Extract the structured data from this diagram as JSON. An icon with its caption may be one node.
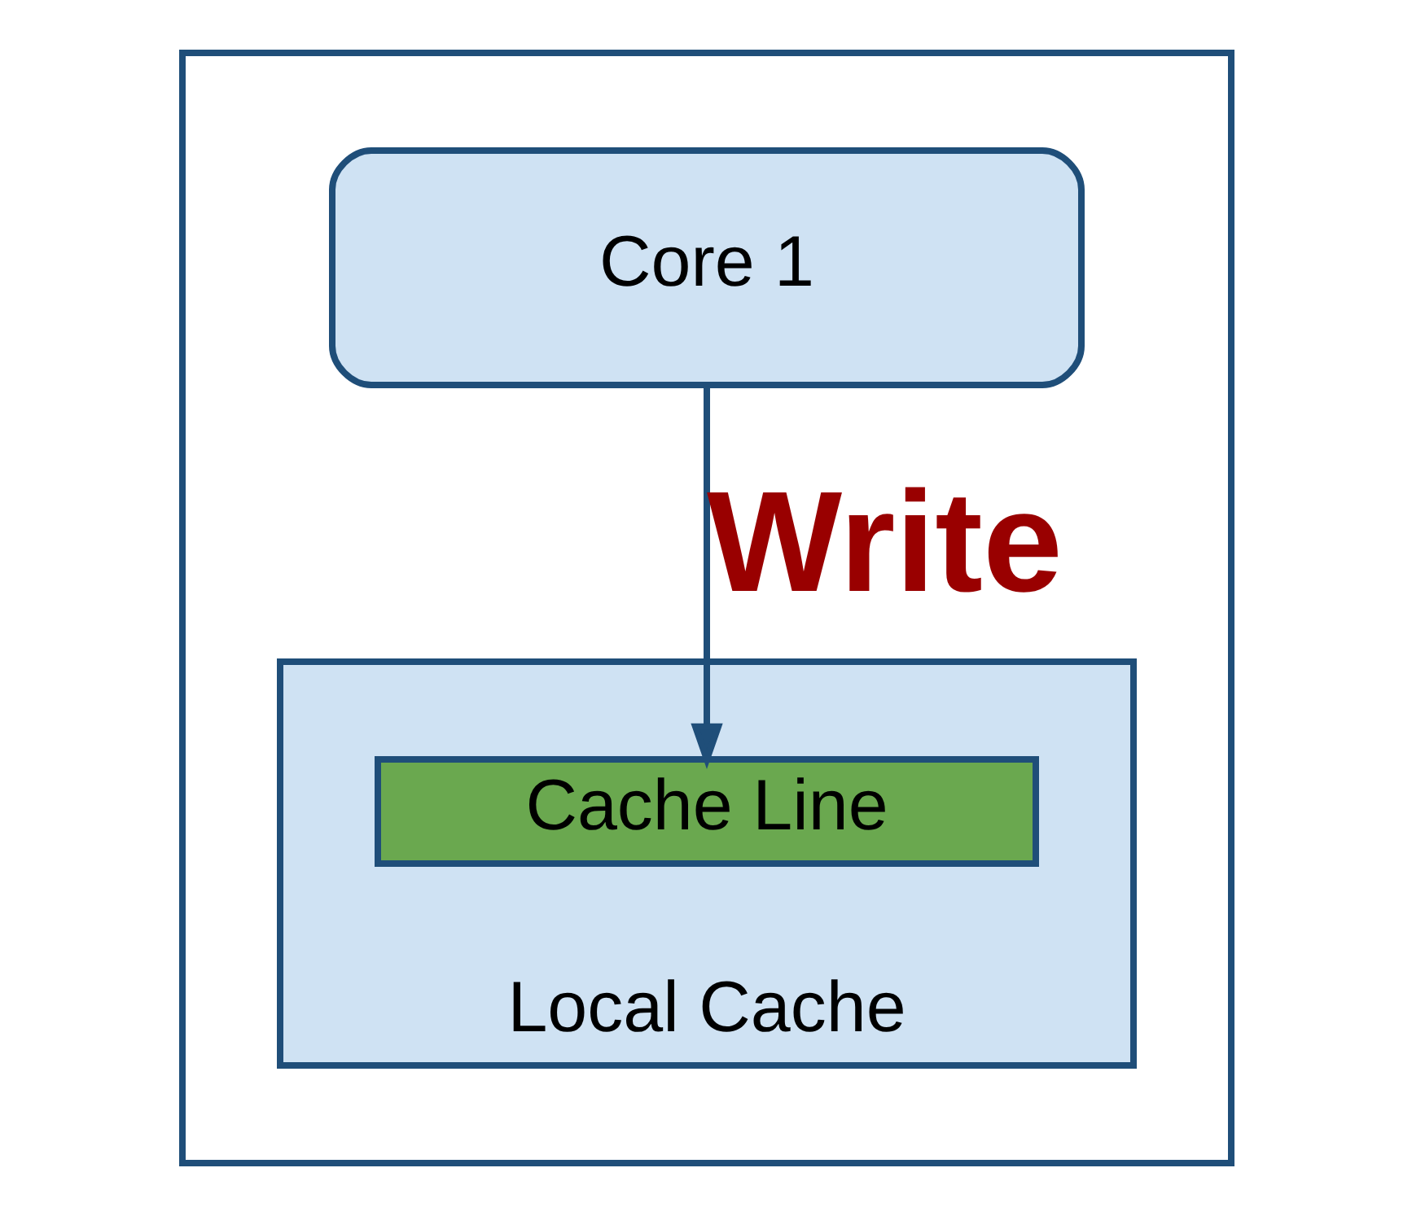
{
  "diagram": {
    "nodes": [
      {
        "text": [],
        "shape": "box"
      },
      {
        "text": [
          "Core 1"
        ],
        "in": 0
      },
      {
        "text": [
          "Local Cache"
        ],
        "in": 0
      },
      {
        "text": [
          "Cache Line"
        ],
        "in": 2
      }
    ],
    "edges": [
      {
        "from": 1,
        "to": 3,
        "arrow": "to",
        "label": "Write"
      }
    ]
  }
}
